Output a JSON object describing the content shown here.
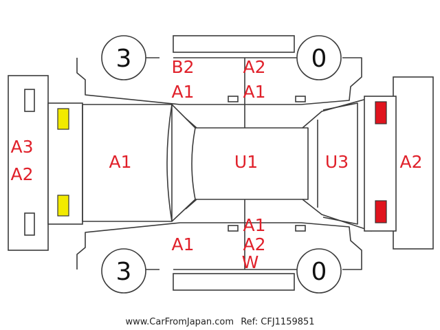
{
  "tire_counts": {
    "front_left": "3",
    "rear_left": "0",
    "front_right": "3",
    "rear_right": "0"
  },
  "damage_codes": {
    "left_fender_side": [
      "A3",
      "A2"
    ],
    "hood": [
      "A1"
    ],
    "left_front_door": [
      "B2",
      "A1"
    ],
    "left_rear_door": [
      "A2",
      "A1"
    ],
    "roof": [
      "U1"
    ],
    "trunk": [
      "U3"
    ],
    "rear": [
      "A2"
    ],
    "right_front_door": [
      "A1"
    ],
    "right_rear_door": [
      "A1",
      "A2",
      "W"
    ]
  },
  "lamps": {
    "front_color": "#f2ea00",
    "rear_color": "#e0141e"
  },
  "footer": {
    "site": "www.CarFromJapan.com",
    "ref": "Ref: CFJ1159851"
  },
  "colors": {
    "code": "#e0202a",
    "outline": "#3a3a3a"
  }
}
